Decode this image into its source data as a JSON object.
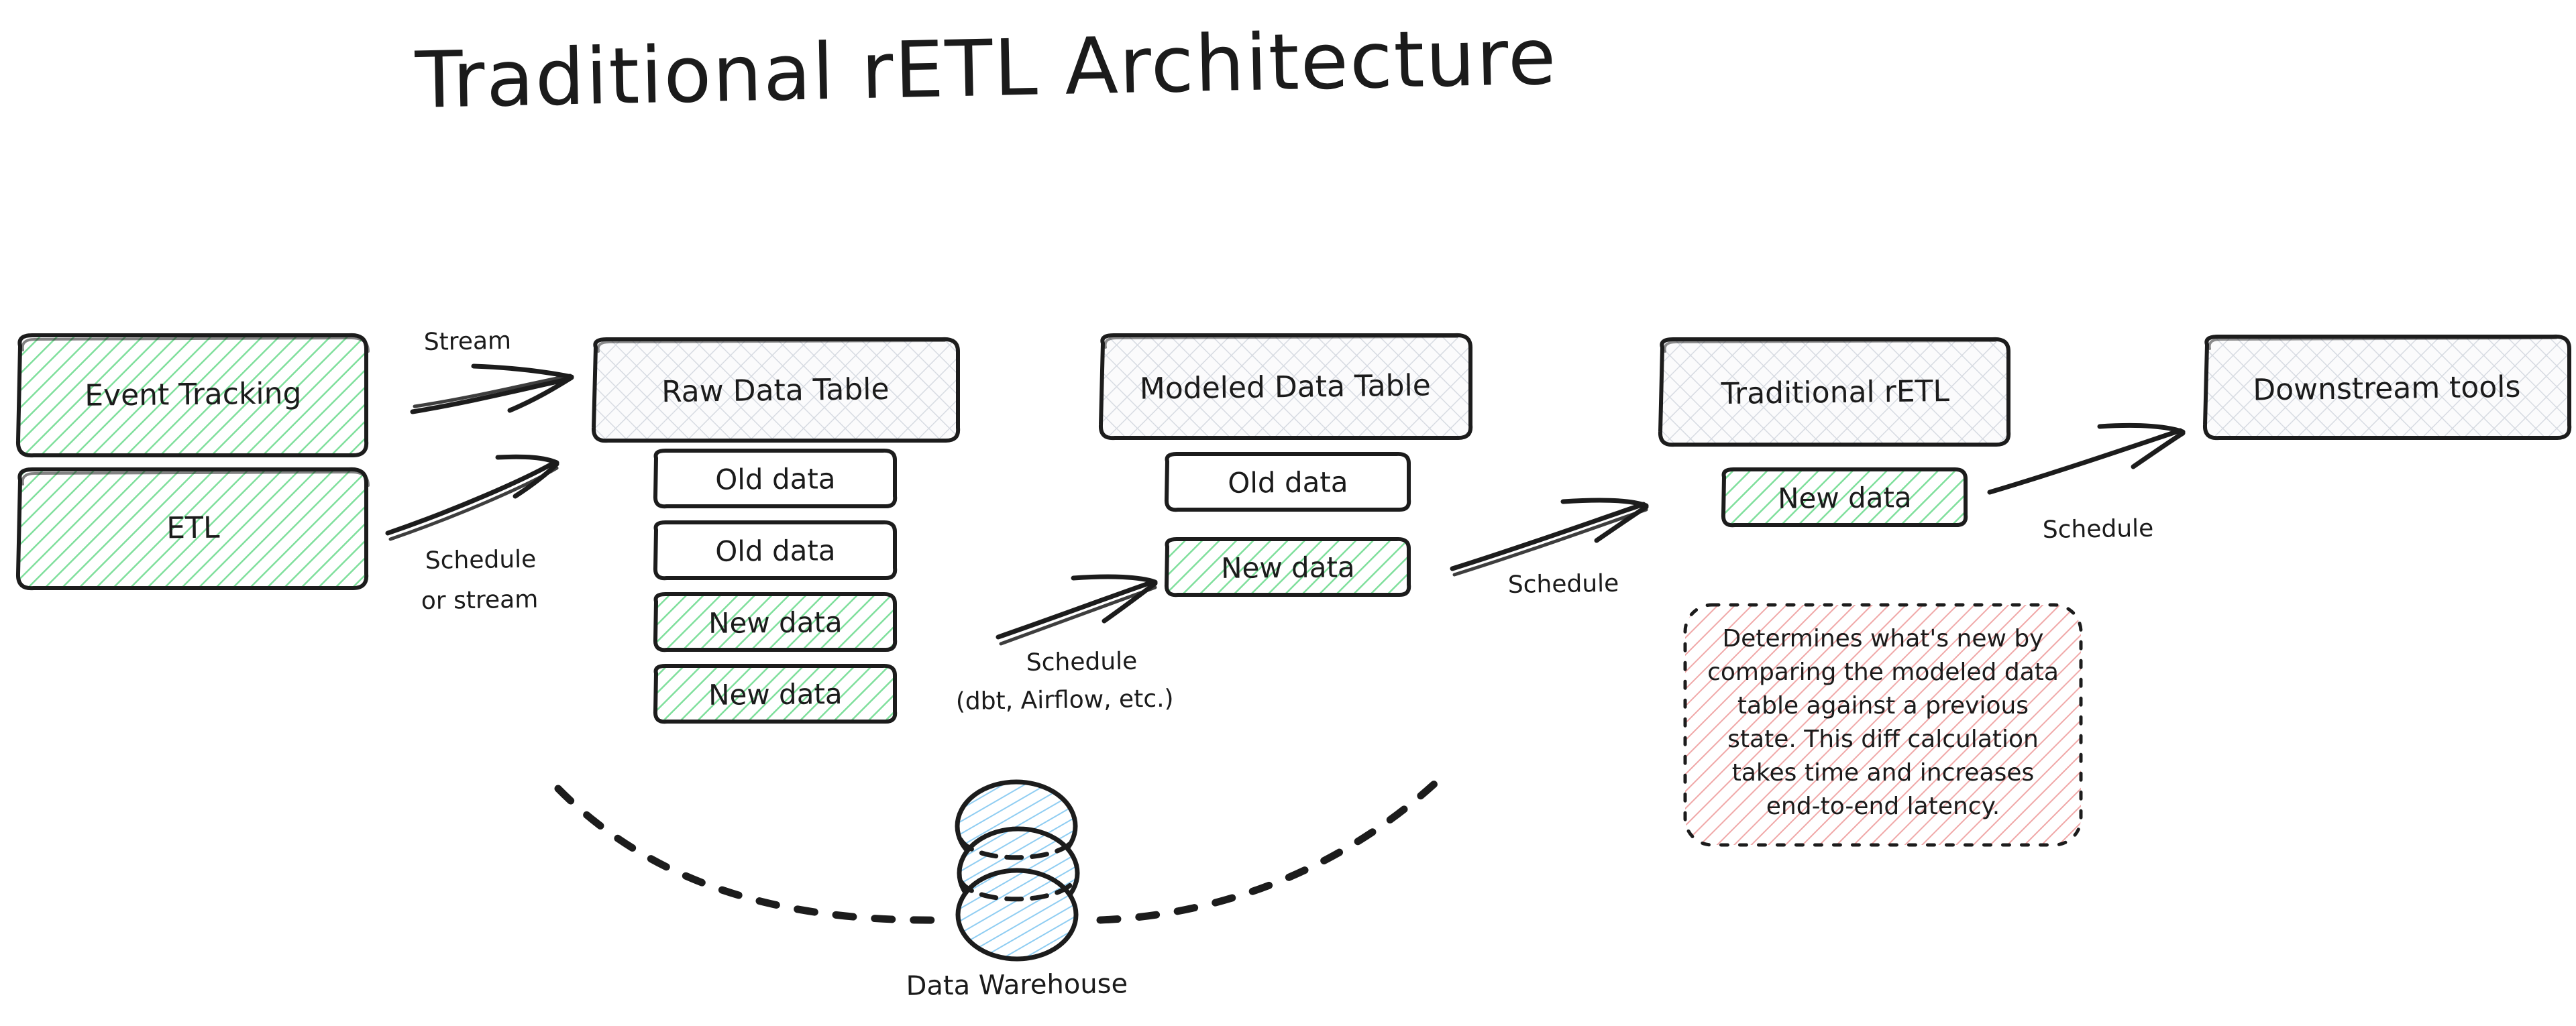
{
  "title": "Traditional rETL Architecture",
  "colors": {
    "ink": "#1c1c1c",
    "green_hatch": "#7fdf9c",
    "green_fill": "#f2fbf4",
    "grid_hatch": "#d7dbe2",
    "pink_hatch": "#f0a8a8",
    "pink_fill": "#fdf3f3",
    "blue_hatch": "#8fcdf2",
    "background": "#ffffff"
  },
  "sources": [
    {
      "label": "Event Tracking",
      "fill": "green-hatch"
    },
    {
      "label": "ETL",
      "fill": "green-hatch"
    }
  ],
  "tables": [
    {
      "title": "Raw Data Table",
      "fill": "grid-hatch",
      "rows": [
        {
          "label": "Old data",
          "fill": "plain"
        },
        {
          "label": "Old data",
          "fill": "plain"
        },
        {
          "label": "New data",
          "fill": "green-hatch"
        },
        {
          "label": "New data",
          "fill": "green-hatch"
        }
      ]
    },
    {
      "title": "Modeled Data Table",
      "fill": "grid-hatch",
      "rows": [
        {
          "label": "Old data",
          "fill": "plain"
        },
        {
          "label": "New data",
          "fill": "green-hatch"
        }
      ]
    },
    {
      "title": "Traditional rETL",
      "fill": "grid-hatch",
      "rows": [
        {
          "label": "New data",
          "fill": "green-hatch"
        }
      ]
    }
  ],
  "sink": {
    "label": "Downstream tools",
    "fill": "grid-hatch"
  },
  "edges": [
    {
      "id": "event-to-raw",
      "label": "Stream"
    },
    {
      "id": "etl-to-raw",
      "label_line1": "Schedule",
      "label_line2": "or stream"
    },
    {
      "id": "raw-to-modeled",
      "label_line1": "Schedule",
      "label_line2": "(dbt, Airflow, etc.)"
    },
    {
      "id": "modeled-to-retl",
      "label": "Schedule"
    },
    {
      "id": "retl-to-downstream",
      "label": "Schedule"
    }
  ],
  "warehouse": {
    "label": "Data Warehouse",
    "icon": "database-cylinder-icon"
  },
  "note": {
    "lines": [
      "Determines what's new by",
      "comparing the modeled data",
      "table against a previous",
      "state. This diff calculation",
      "takes time and increases",
      "end-to-end latency."
    ]
  }
}
